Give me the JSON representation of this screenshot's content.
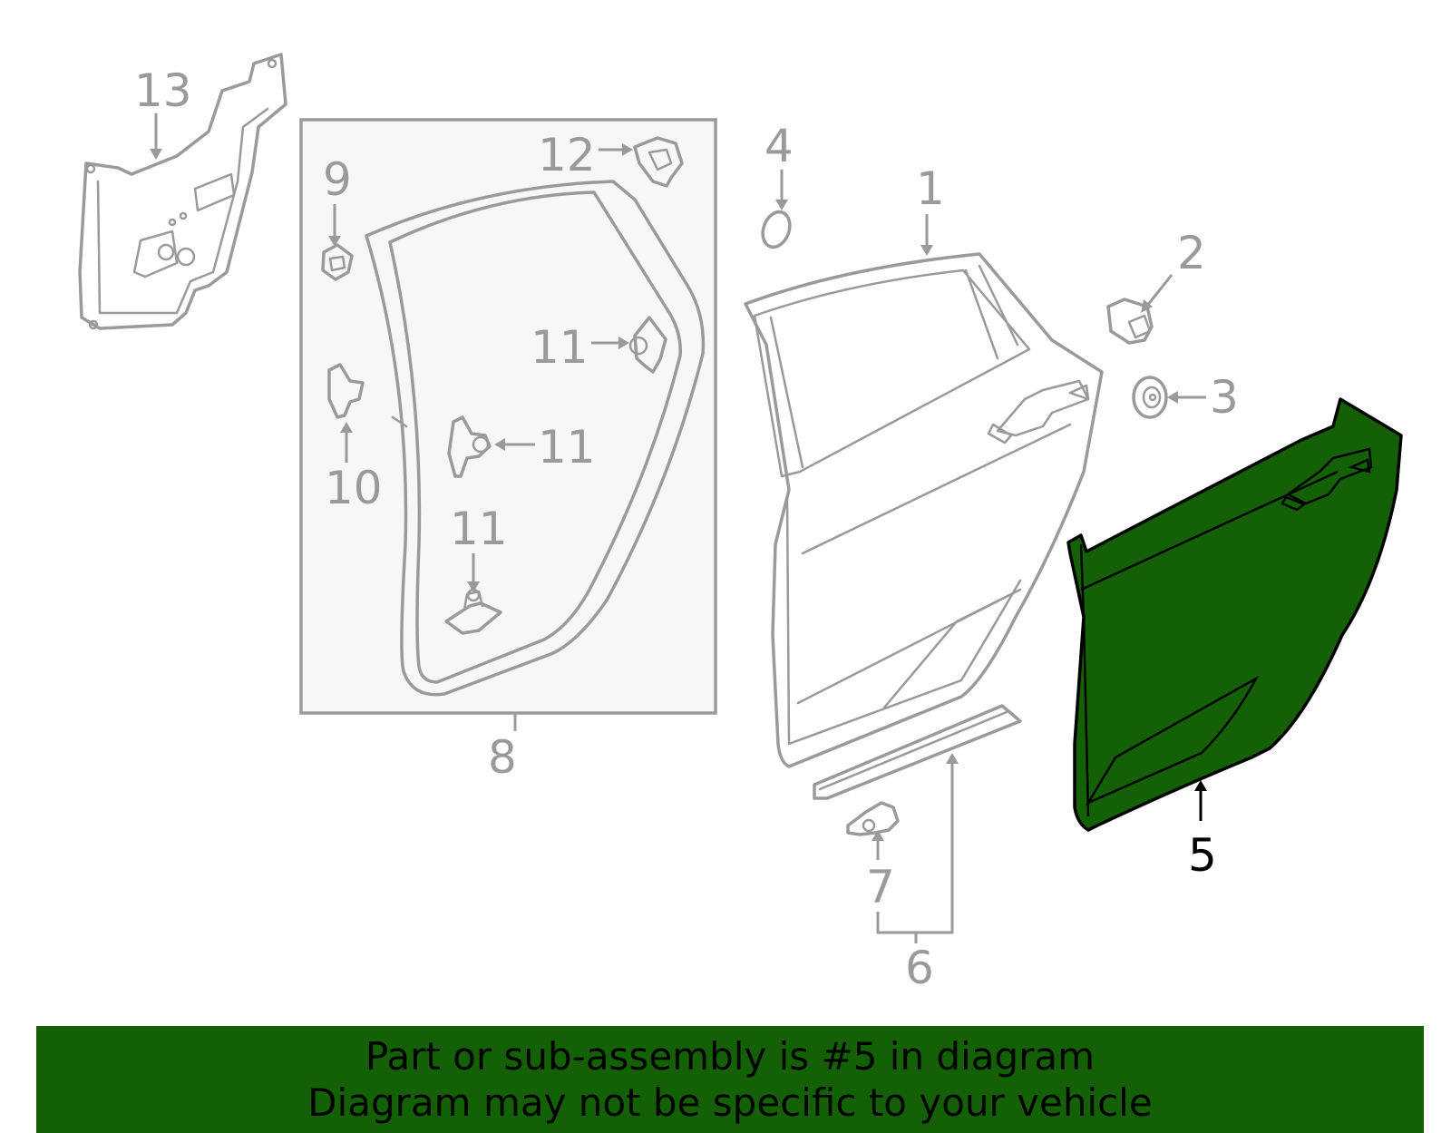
{
  "callouts": {
    "c1": "1",
    "c2": "2",
    "c3": "3",
    "c4": "4",
    "c5": "5",
    "c6": "6",
    "c7": "7",
    "c8": "8",
    "c9": "9",
    "c10": "10",
    "c11a": "11",
    "c11b": "11",
    "c11c": "11",
    "c12": "12",
    "c13": "13"
  },
  "highlight_part": "5",
  "colors": {
    "highlight_fill": "#146105",
    "banner_bg": "#146105",
    "line_gray": "#9a9a9a",
    "box_bg": "#f7f7f7"
  },
  "banner": {
    "line1": "Part or sub-assembly is #5 in diagram",
    "line2": "Diagram may not be specific to your vehicle"
  }
}
